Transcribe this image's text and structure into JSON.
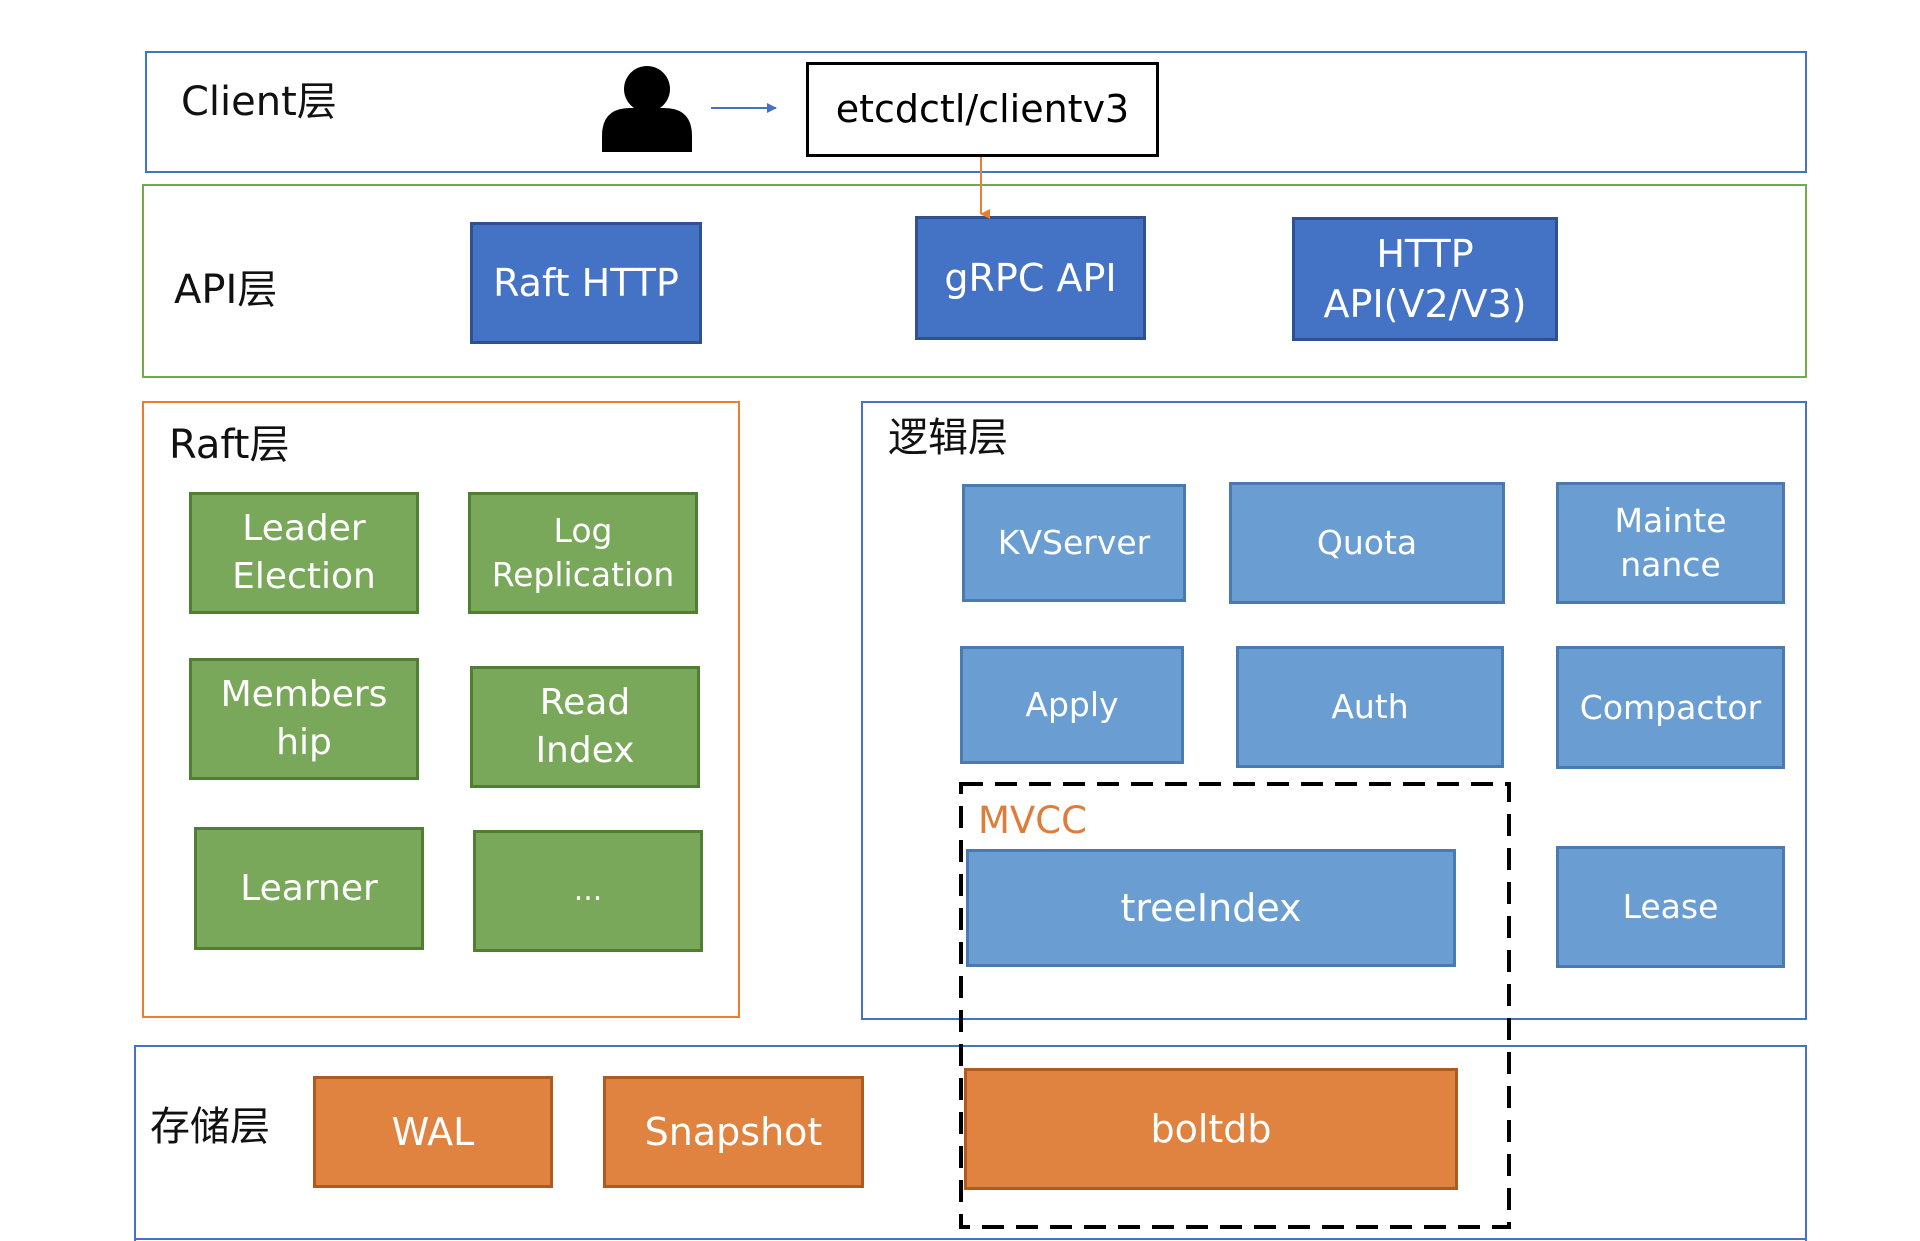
{
  "client_layer": {
    "label": "Client层",
    "client_box": "etcdctl/clientv3",
    "icon": "user-icon"
  },
  "api_layer": {
    "label": "API层",
    "boxes": [
      "Raft HTTP",
      "gRPC API",
      "HTTP\nAPI(V2/V3)"
    ]
  },
  "raft_layer": {
    "label": "Raft层",
    "boxes": [
      "Leader\nElection",
      "Log\nReplication",
      "Members\nhip",
      "Read\nIndex",
      "Learner",
      "..."
    ]
  },
  "logic_layer": {
    "label": "逻辑层",
    "boxes": [
      "KVServer",
      "Quota",
      "Mainte\nnance",
      "Apply",
      "Auth",
      "Compactor",
      "Lease"
    ],
    "mvcc": {
      "label": "MVCC",
      "tree_index": "treeIndex"
    }
  },
  "storage_layer": {
    "label": "存储层",
    "boxes": [
      "WAL",
      "Snapshot",
      "boltdb"
    ]
  },
  "colors": {
    "client_border": "#4472c4",
    "api_border": "#70ad47",
    "raft_border": "#ed7d31",
    "logic_border": "#4472c4",
    "storage_border": "#4472c4",
    "mvcc_label": "#e07b39",
    "arrow_client": "#4472c4",
    "arrow_grpc": "#ed7d31"
  }
}
